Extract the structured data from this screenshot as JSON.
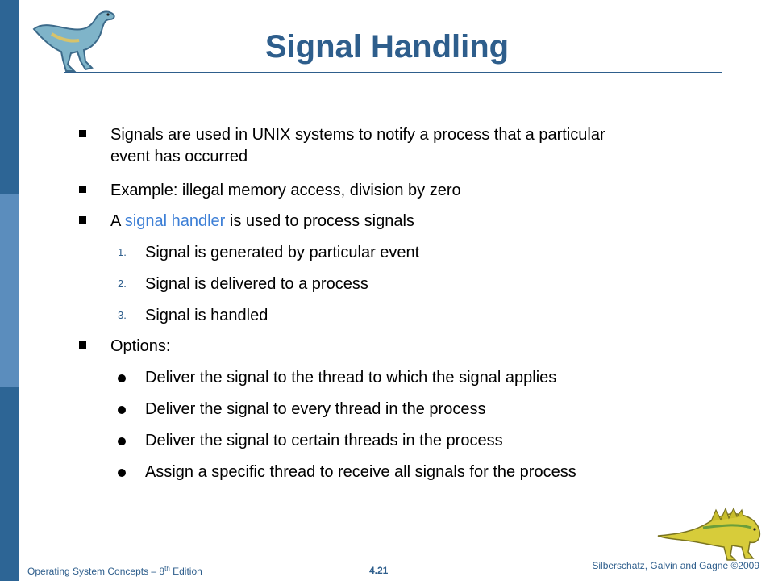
{
  "title": "Signal Handling",
  "bullets": {
    "b1": "Signals are used in UNIX systems to notify a process that a particular event has occurred",
    "b2": "Example: illegal memory access, division by zero",
    "b3_pre": "A ",
    "b3_link": "signal handler",
    "b3_post": " is used to process signals",
    "b4": "Options:"
  },
  "steps": [
    {
      "num": "1.",
      "text": "Signal is generated by particular event"
    },
    {
      "num": "2.",
      "text": "Signal is delivered to a process"
    },
    {
      "num": "3.",
      "text": "Signal is handled"
    }
  ],
  "options": [
    "Deliver the signal to the thread to which the signal applies",
    "Deliver the signal to every thread in the process",
    "Deliver the signal to certain threads in the process",
    "Assign a specific thread to receive all signals for the process"
  ],
  "footer": {
    "book_prefix": "Operating System Concepts – 8",
    "book_sup": "th",
    "book_suffix": " Edition",
    "page": "4.21",
    "authors": "Silberschatz, Galvin and Gagne ©2009"
  },
  "colors": {
    "title": "#2e5e8c",
    "sidebar_dark": "#2d6595",
    "sidebar_light": "#5b8dbd",
    "highlight": "#3d7fd6"
  },
  "icons": [
    "dinosaur-logo-top",
    "dinosaur-logo-bottom",
    "square-bullet",
    "round-bullet"
  ]
}
